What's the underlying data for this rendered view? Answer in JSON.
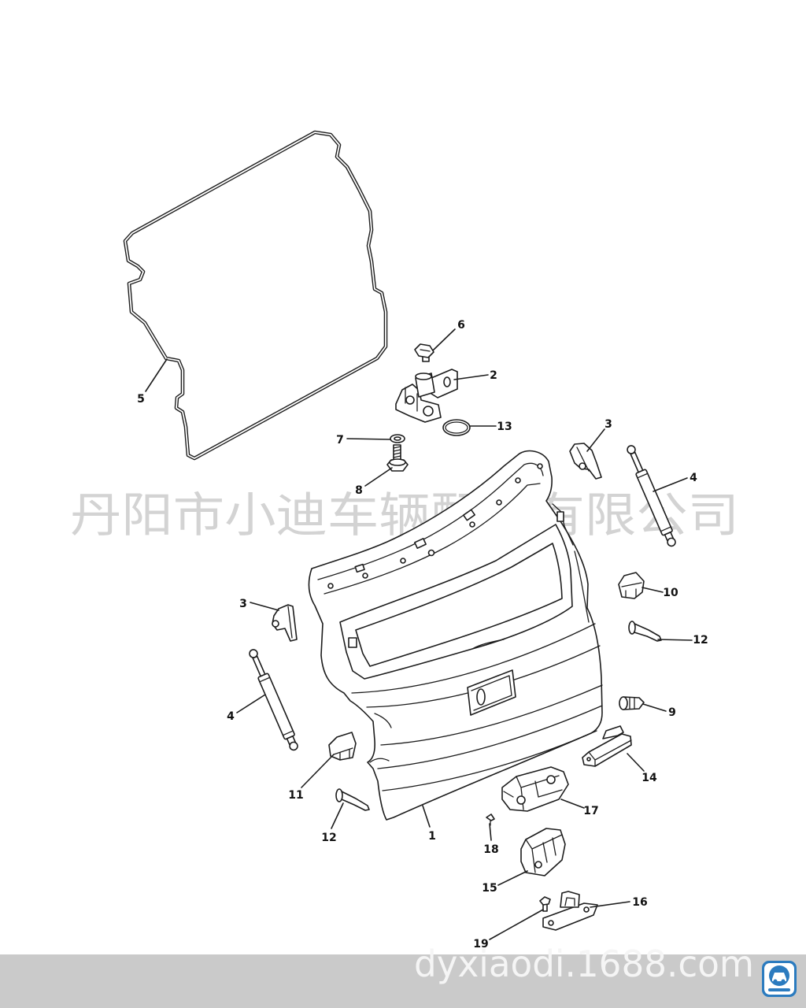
{
  "diagram": {
    "callouts": [
      "6",
      "2",
      "13",
      "7",
      "8",
      "5",
      "3",
      "4",
      "3",
      "10",
      "12",
      "4",
      "9",
      "11",
      "14",
      "12",
      "17",
      "1",
      "18",
      "15",
      "16",
      "19"
    ]
  },
  "watermark": {
    "company": "丹阳市小迪车辆配件有限公司",
    "url": "dyxiaodi.1688.com"
  },
  "icons": {
    "logo": "car-badge-icon"
  },
  "colors": {
    "line": "#1c1c1c",
    "watermark": "#d3d3d3",
    "footer_bar": "#cacaca",
    "logo": "#2b7bbf"
  }
}
